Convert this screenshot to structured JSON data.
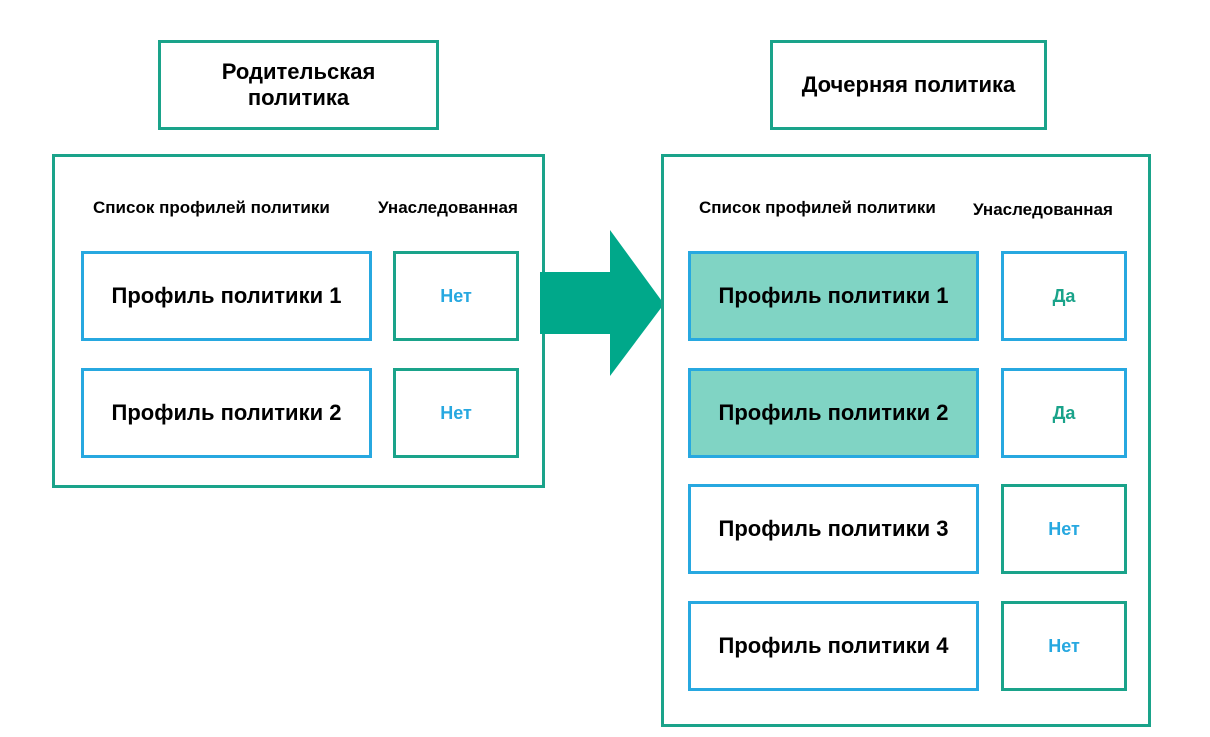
{
  "parent": {
    "title": "Родительская политика",
    "header_profiles": "Список профилей политики",
    "header_inherited": "Унаследованная",
    "rows": [
      {
        "profile": "Профиль политики 1",
        "inherited": "Нет"
      },
      {
        "profile": "Профиль политики 2",
        "inherited": "Нет"
      }
    ]
  },
  "child": {
    "title": "Дочерняя политика",
    "header_profiles": "Список профилей политики",
    "header_inherited": "Унаследованная",
    "rows": [
      {
        "profile": "Профиль политики 1",
        "inherited": "Да"
      },
      {
        "profile": "Профиль политики 2",
        "inherited": "Да"
      },
      {
        "profile": "Профиль политики 3",
        "inherited": "Нет"
      },
      {
        "profile": "Профиль политики 4",
        "inherited": "Нет"
      }
    ]
  },
  "colors": {
    "green": "#1aa38a",
    "blue": "#27a8e0",
    "inherited_fill": "#80d4c4",
    "arrow": "#00a88a"
  }
}
